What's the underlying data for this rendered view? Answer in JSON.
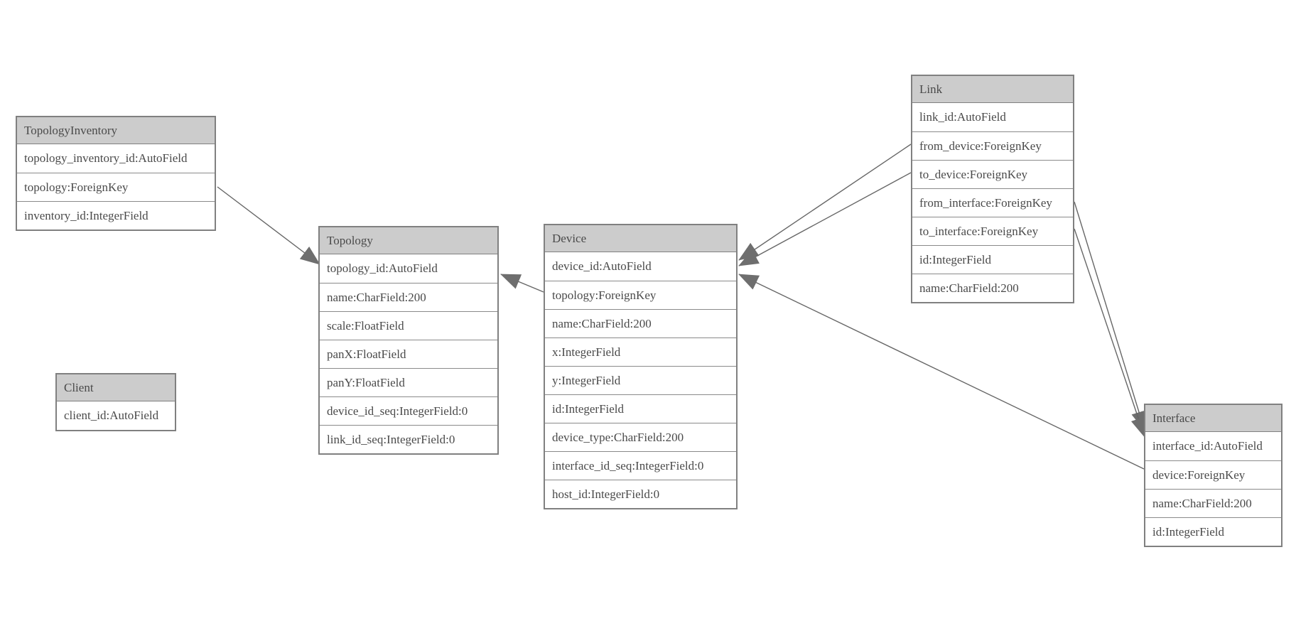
{
  "diagram": {
    "type": "entity-relationship-model",
    "colors": {
      "canvas_bg": "#ffffff",
      "header_bg": "#cccccc",
      "row_bg": "#ffffff",
      "border": "#808080",
      "relation_line": "#666666",
      "arrowhead": "#6e6e6e",
      "text": "#4a4a4a"
    },
    "entities": {
      "topology_inventory": {
        "title": "TopologyInventory",
        "fields": [
          "topology_inventory_id:AutoField",
          "topology:ForeignKey",
          "inventory_id:IntegerField"
        ]
      },
      "topology": {
        "title": "Topology",
        "fields": [
          "topology_id:AutoField",
          "name:CharField:200",
          "scale:FloatField",
          "panX:FloatField",
          "panY:FloatField",
          "device_id_seq:IntegerField:0",
          "link_id_seq:IntegerField:0"
        ]
      },
      "client": {
        "title": "Client",
        "fields": [
          "client_id:AutoField"
        ]
      },
      "device": {
        "title": "Device",
        "fields": [
          "device_id:AutoField",
          "topology:ForeignKey",
          "name:CharField:200",
          "x:IntegerField",
          "y:IntegerField",
          "id:IntegerField",
          "device_type:CharField:200",
          "interface_id_seq:IntegerField:0",
          "host_id:IntegerField:0"
        ]
      },
      "link": {
        "title": "Link",
        "fields": [
          "link_id:AutoField",
          "from_device:ForeignKey",
          "to_device:ForeignKey",
          "from_interface:ForeignKey",
          "to_interface:ForeignKey",
          "id:IntegerField",
          "name:CharField:200"
        ]
      },
      "interface": {
        "title": "Interface",
        "fields": [
          "interface_id:AutoField",
          "device:ForeignKey",
          "name:CharField:200",
          "id:IntegerField"
        ]
      }
    },
    "relations": [
      {
        "from": "TopologyInventory.topology",
        "to": "Topology"
      },
      {
        "from": "Device.topology",
        "to": "Topology"
      },
      {
        "from": "Link.from_device",
        "to": "Device"
      },
      {
        "from": "Link.to_device",
        "to": "Device"
      },
      {
        "from": "Link.from_interface",
        "to": "Interface"
      },
      {
        "from": "Link.to_interface",
        "to": "Interface"
      },
      {
        "from": "Interface.device",
        "to": "Device"
      }
    ]
  }
}
